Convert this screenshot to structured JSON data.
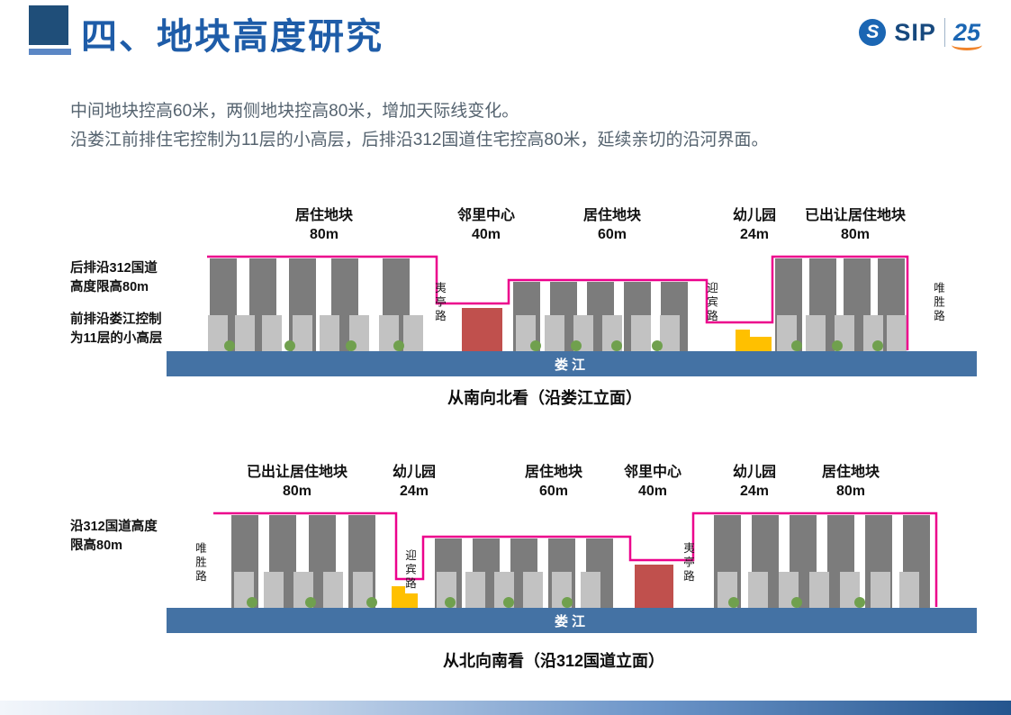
{
  "header": {
    "title": "四、地块高度研究",
    "logo": {
      "s_letter": "S",
      "name": "SIP",
      "anniversary": "25"
    }
  },
  "intro": {
    "line1": "中间地块控高60米，两侧地块控高80米，增加天际线变化。",
    "line2": "沿娄江前排住宅控制为11层的小高层，后排沿312国道住宅控高80米，延续亲切的沿河界面。"
  },
  "colors": {
    "title_blue": "#1E5CA8",
    "accent_square_blue": "#1F4E79",
    "building_dark_gray": "#7C7C7C",
    "building_light_gray": "#C2C2C2",
    "neighborhood_center_red": "#C0504D",
    "kindergarten_yellow": "#FFC000",
    "river_blue": "#4472A4",
    "height_limit_pink": "#EC008C",
    "tree_green": "#70A04E"
  },
  "south_view": {
    "zones": [
      {
        "name": "居住地块",
        "height": "80m"
      },
      {
        "name": "邻里中心",
        "height": "40m"
      },
      {
        "name": "居住地块",
        "height": "60m"
      },
      {
        "name": "幼儿园",
        "height": "24m"
      },
      {
        "name": "已出让居住地块",
        "height": "80m"
      }
    ],
    "notes": [
      {
        "line1": "后排沿312国道",
        "line2": "高度限高80m"
      },
      {
        "line1": "前排沿娄江控制",
        "line2": "为11层的小高层"
      }
    ],
    "roads": [
      "夷亭路",
      "迎宾路",
      "唯胜路"
    ],
    "river": "娄江",
    "caption": "从南向北看（沿娄江立面）"
  },
  "north_view": {
    "zones": [
      {
        "name": "已出让居住地块",
        "height": "80m"
      },
      {
        "name": "幼儿园",
        "height": "24m"
      },
      {
        "name": "居住地块",
        "height": "60m"
      },
      {
        "name": "邻里中心",
        "height": "40m"
      },
      {
        "name": "幼儿园",
        "height": "24m"
      },
      {
        "name": "居住地块",
        "height": "80m"
      }
    ],
    "notes": [
      {
        "line1": "沿312国道高度",
        "line2": "限高80m"
      }
    ],
    "roads": [
      "唯胜路",
      "迎宾路",
      "夷亭路"
    ],
    "river": "娄江",
    "caption": "从北向南看（沿312国道立面）"
  }
}
